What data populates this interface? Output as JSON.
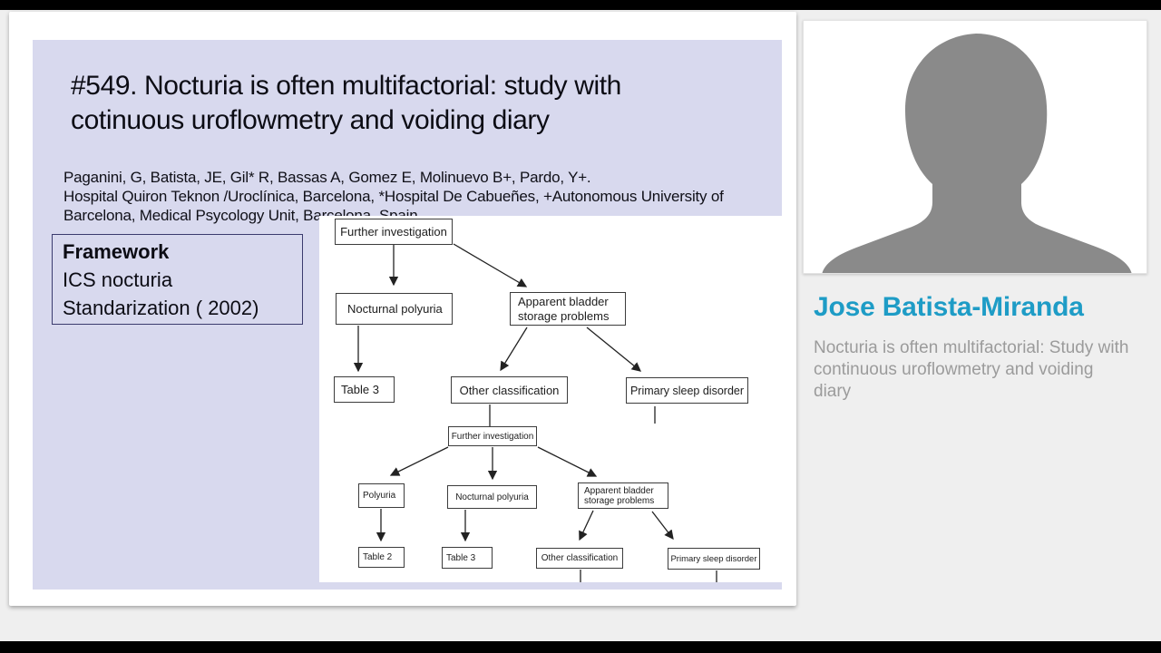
{
  "slide": {
    "title_lines": [
      "#549. Nocturia is often multifactorial: study with",
      "cotinuous uroflowmetry and voiding diary"
    ],
    "authors_lines": [
      "Paganini, G, Batista, JE, Gil* R, Bassas A, Gomez E, Molinuevo B+, Pardo, Y+.",
      "Hospital Quiron Teknon /Uroclínica, Barcelona, *Hospital De Cabueñes, +Autonomous University of",
      "Barcelona, Medical Psycology Unit, Barcelona, Spain"
    ],
    "framework": {
      "heading": "Framework",
      "lines": [
        "ICS nocturia",
        "Standarization ( 2002)"
      ]
    },
    "flowchart": {
      "top": {
        "nodes": [
          {
            "id": "further-investigation",
            "label": "Further investigation"
          },
          {
            "id": "nocturnal-polyuria",
            "label": "Nocturnal polyuria"
          },
          {
            "id": "apparent-bladder-storage-problems",
            "label": "Apparent bladder storage problems"
          },
          {
            "id": "table-3",
            "label": "Table 3"
          },
          {
            "id": "other-classification",
            "label": "Other classification"
          },
          {
            "id": "primary-sleep-disorder",
            "label": "Primary sleep disorder"
          }
        ]
      },
      "bottom": {
        "nodes": [
          {
            "id": "further-investigation",
            "label": "Further investigation"
          },
          {
            "id": "polyuria",
            "label": "Polyuria"
          },
          {
            "id": "nocturnal-polyuria",
            "label": "Nocturnal polyuria"
          },
          {
            "id": "apparent-bladder-storage-problems",
            "label": "Apparent bladder storage problems"
          },
          {
            "id": "table-2",
            "label": "Table 2"
          },
          {
            "id": "table-3",
            "label": "Table 3"
          },
          {
            "id": "other-classification",
            "label": "Other classification"
          },
          {
            "id": "primary-sleep-disorder",
            "label": "Primary sleep disorder"
          }
        ]
      }
    }
  },
  "speaker": {
    "name": "Jose Batista-Miranda",
    "talk_title": "Nocturia is often multifactorial: Study with continuous uroflowmetry and voiding diary"
  },
  "icons": {
    "avatar_placeholder": "person-silhouette"
  },
  "colors": {
    "slide_background": "#d8d9ee",
    "speaker_name": "#1e9cc6",
    "speaker_talk_text": "#9b9b9b",
    "avatar_silhouette": "#8a8a8a",
    "page_background": "#efefef",
    "letterbox": "#000000"
  }
}
